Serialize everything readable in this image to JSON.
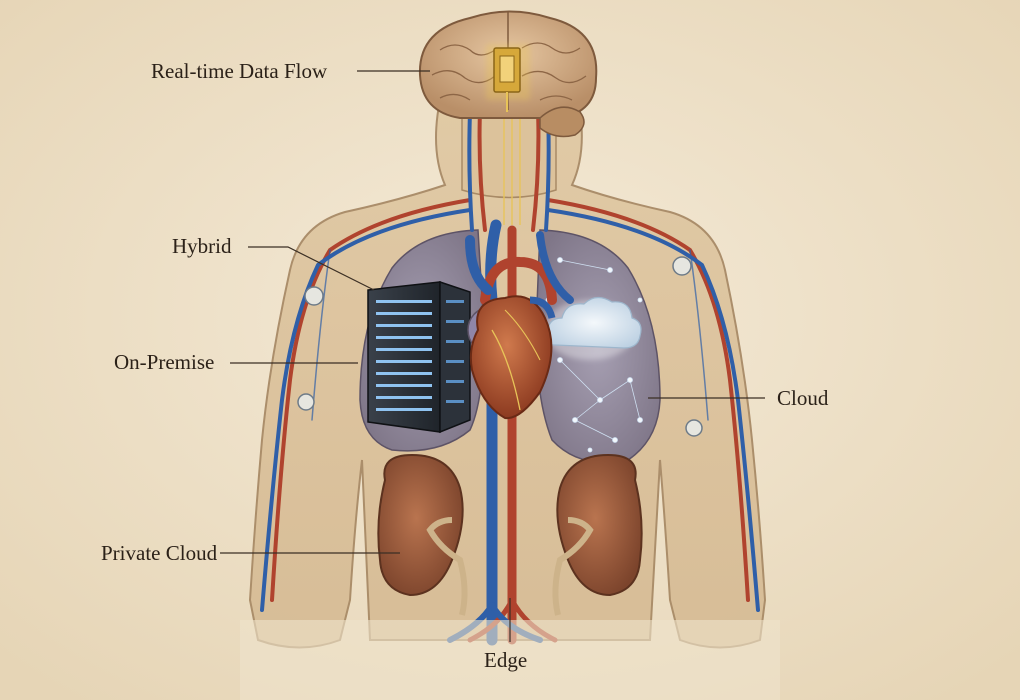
{
  "labels": {
    "realtime": "Real-time Data Flow",
    "hybrid": "Hybrid",
    "onpremise": "On-Premise",
    "cloud": "Cloud",
    "private_cloud": "Private Cloud",
    "edge": "Edge"
  },
  "colors": {
    "parchment": "#efe3cc",
    "skin": "#dcc39d",
    "vein_blue": "#2f5fa8",
    "artery_red": "#b0432e",
    "lung": "#9a8aa0",
    "heart": "#b5522c",
    "kidney": "#9a5a3c",
    "server": "#2b3138",
    "data_light": "#e8c458",
    "cloud_glow": "#d8e6f2",
    "ink": "#2b2118"
  }
}
